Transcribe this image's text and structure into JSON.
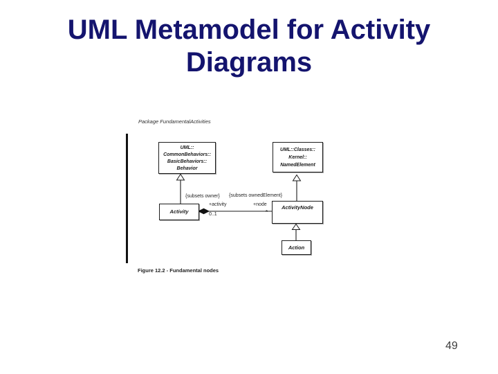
{
  "slide": {
    "title": {
      "line1": "UML Metamodel for Activity",
      "line2": "Diagrams"
    },
    "page_number": "49",
    "colors": {
      "title_text": "#14146e",
      "diagram_ink": "#1a1a1a",
      "background": "#ffffff"
    }
  },
  "diagram": {
    "package_label": "Package FundamentalActivities",
    "caption": "Figure 12.2 - Fundamental nodes",
    "classes": {
      "behavior": {
        "line1": "UML::",
        "line2": "CommonBehaviors::",
        "line3": "BasicBehaviors::",
        "line4": "Behavior"
      },
      "named_element": {
        "line1": "UML::Classes::",
        "line2": "Kernel::",
        "line3": "NamedElement"
      },
      "activity": "Activity",
      "activity_node": "ActivityNode",
      "action": "Action"
    },
    "association": {
      "owner_constraint": "{subsets owner}",
      "owned_element_constraint": "{subsets ownedElement}",
      "activity_role": "+activity",
      "activity_multiplicity": "0..1",
      "node_role": "+node",
      "node_multiplicity": "*"
    }
  }
}
